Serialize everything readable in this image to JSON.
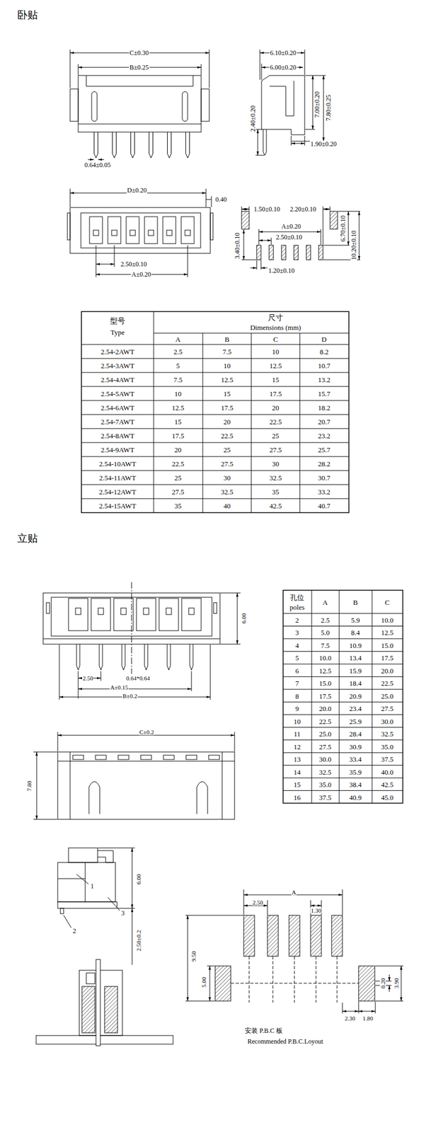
{
  "diagram": {
    "labels": [
      "卧贴",
      "C±0.30",
      "B±0.25",
      "0.64±0.05",
      "6.10±0.20",
      "6.00±0.20",
      "7.00±0.20",
      "7.80±0.25",
      "2.40±0.20",
      "1.90±0.20",
      "D±0.20",
      "0.40",
      "2.50±0.10",
      "A±0.20",
      "1.50±0.10",
      "2.20±0.10",
      "A±0.20",
      "2.50±0.10",
      "3.40±0.10",
      "6.70±0.10",
      "10.20±0.10",
      "1.20±0.10",
      "型号",
      "Type",
      "尺寸",
      "Dimensions (mm)",
      "A",
      "B",
      "C",
      "D",
      "2.54-2AWT",
      "2.5",
      "7.5",
      "10",
      "8.2",
      "2.54-3AWT",
      "5",
      "10",
      "12.5",
      "10.7",
      "2.54-4AWT",
      "7.5",
      "12.5",
      "15",
      "13.2",
      "2.54-5AWT",
      "10",
      "15",
      "17.5",
      "15.7",
      "2.54-6AWT",
      "12.5",
      "17.5",
      "20",
      "18.2",
      "2.54-7AWT",
      "15",
      "20",
      "22.5",
      "20.7",
      "2.54-8AWT",
      "17.5",
      "22.5",
      "25",
      "23.2",
      "2.54-9AWT",
      "20",
      "25",
      "27.5",
      "25.7",
      "2.54-10AWT",
      "22.5",
      "27.5",
      "30",
      "28.2",
      "2.54-11AWT",
      "25",
      "30",
      "32.5",
      "30.7",
      "2.54-12AWT",
      "27.5",
      "32.5",
      "35",
      "33.2",
      "2.54-15AWT",
      "35",
      "40",
      "42.5",
      "40.7",
      "立贴",
      "6.00",
      "2.50",
      "0.64*0.64",
      "A±0.15",
      "B±0.2",
      "C±0.2",
      "7.80",
      "孔位",
      "poles",
      "A",
      "B",
      "C",
      "2",
      "2.5",
      "5.9",
      "10.0",
      "3",
      "5.0",
      "8.4",
      "12.5",
      "4",
      "7.5",
      "10.9",
      "15.0",
      "5",
      "10.0",
      "13.4",
      "17.5",
      "6",
      "12.5",
      "15.9",
      "20.0",
      "7",
      "15.0",
      "18.4",
      "22.5",
      "8",
      "17.5",
      "20.9",
      "25.0",
      "9",
      "20.0",
      "23.4",
      "27.5",
      "10",
      "22.5",
      "25.9",
      "30.0",
      "11",
      "25.0",
      "28.4",
      "32.5",
      "12",
      "27.5",
      "30.9",
      "35.0",
      "13",
      "30.0",
      "33.4",
      "37.5",
      "14",
      "32.5",
      "35.9",
      "40.0",
      "15",
      "35.0",
      "38.4",
      "42.5",
      "16",
      "37.5",
      "40.9",
      "45.0",
      "1",
      "3",
      "2",
      "6.00",
      "2.50±0.2",
      "A",
      "2.50",
      "1.30",
      "9.50",
      "5.00",
      "0.20",
      "3.90",
      "2.30",
      "1.80",
      "安装 P.B.C 板",
      "Recommended P.B.C.Loyout"
    ]
  }
}
